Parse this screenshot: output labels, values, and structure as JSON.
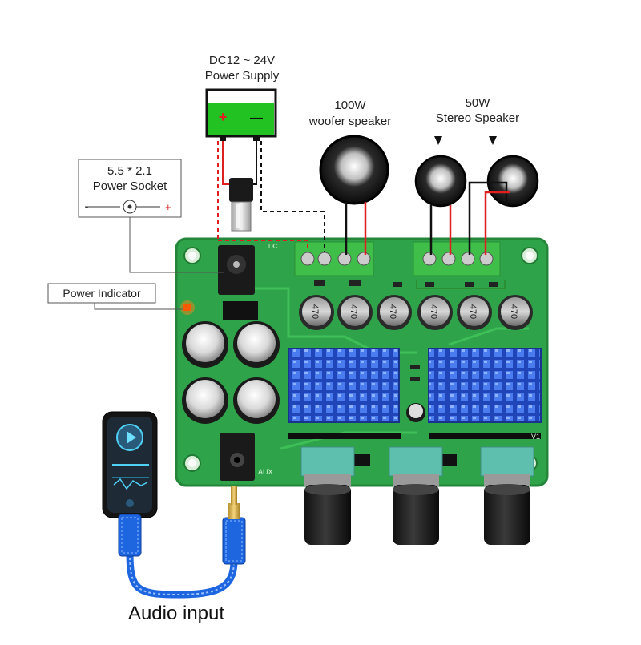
{
  "power_supply": {
    "line1": "DC12 ~ 24V",
    "line2": "Power Supply",
    "plus": "+",
    "minus": "—"
  },
  "woofer": {
    "line1": "100W",
    "line2": "woofer speaker"
  },
  "stereo": {
    "line1": "50W",
    "line2": "Stereo Speaker"
  },
  "socket": {
    "line1": "5.5 * 2.1",
    "line2": "Power Socket",
    "minus": "-",
    "plus": "+"
  },
  "power_indicator": "Power Indicator",
  "audio_input": "Audio input",
  "board": {
    "capacitor_mark": "470",
    "aux_label": "AUX",
    "dc_label": "DC",
    "version_label": "V1"
  },
  "colors": {
    "board": "#2fa34a",
    "battery": "#22c222",
    "heatsink": "#2a56d6",
    "terminal": "#3fbf4a",
    "wire_red": "#e02020",
    "wire_black": "#111111",
    "cable_blue": "#1e66e0",
    "knob_base": "#5fbfae"
  },
  "icons": [
    "battery-icon",
    "speaker-icon",
    "dc-plug-icon",
    "phone-icon",
    "audio-jack-icon",
    "knob-icon",
    "heatsink-icon",
    "capacitor-icon"
  ]
}
